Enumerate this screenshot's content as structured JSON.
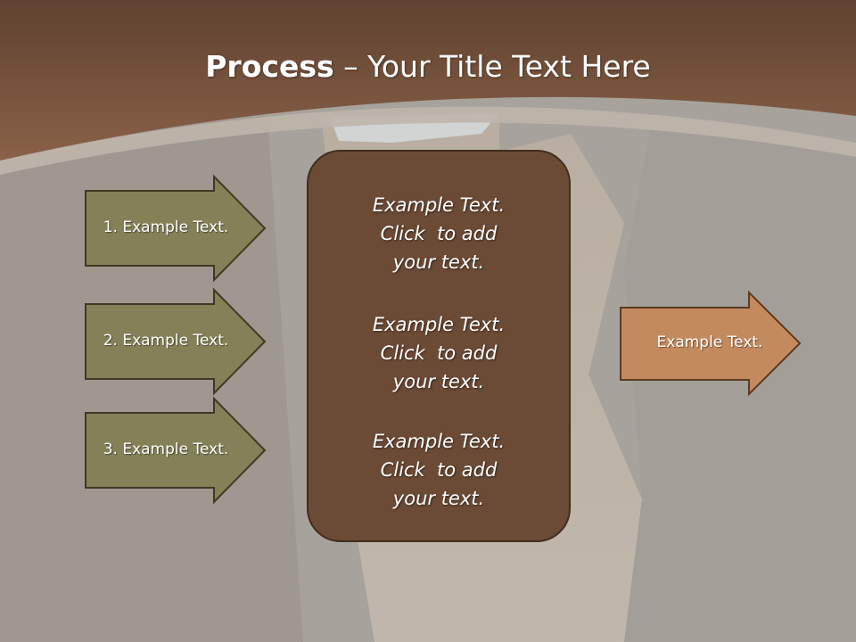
{
  "title": {
    "bold": "Process",
    "rest": " – Your Title Text Here"
  },
  "left_arrows": [
    {
      "label": "1. Example Text."
    },
    {
      "label": "2. Example Text."
    },
    {
      "label": "3. Example Text."
    }
  ],
  "center_box": {
    "blocks": [
      {
        "lines": [
          "Example Text.",
          "Click  to add",
          "your text."
        ]
      },
      {
        "lines": [
          "Example Text.",
          "Click  to add",
          "your text."
        ]
      },
      {
        "lines": [
          "Example Text.",
          "Click  to add",
          "your text."
        ]
      }
    ]
  },
  "right_arrow": {
    "label": "Example Text."
  },
  "colors": {
    "header_brown": "#7a5540",
    "left_arrow_fill": "#848158",
    "right_arrow_fill": "#c38a5e",
    "center_box_fill": "#6c4b36",
    "background_gray": "#aaa59f"
  }
}
